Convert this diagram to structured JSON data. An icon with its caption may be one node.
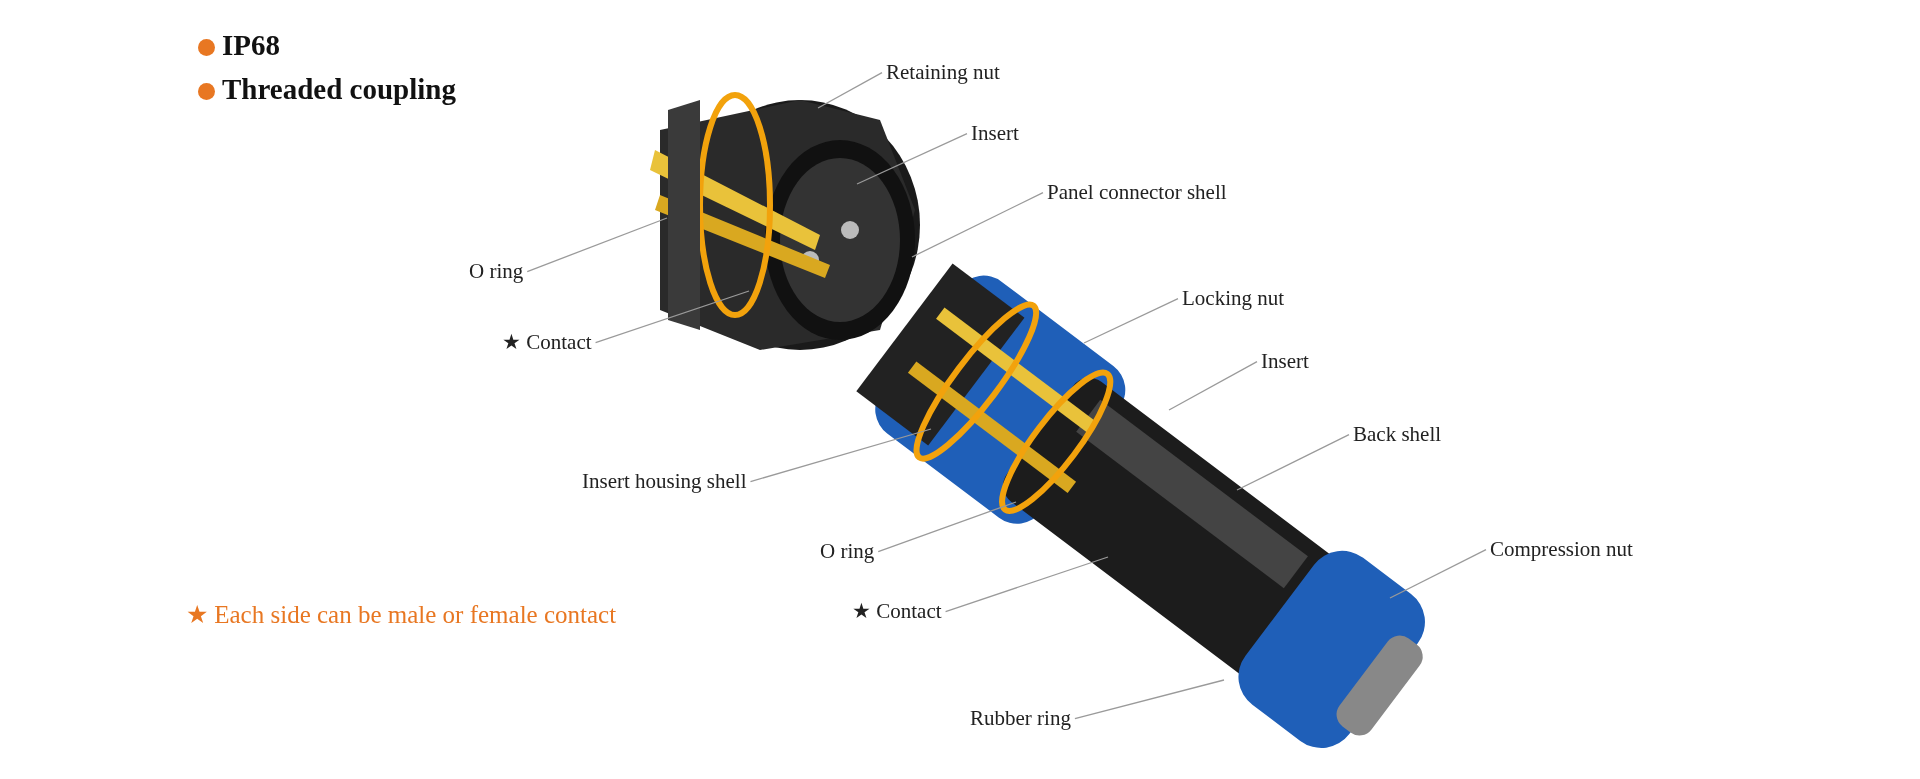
{
  "diagram": {
    "title": "IP68",
    "nodes": [
      {
        "text": [
          "Retaining nut"
        ]
      },
      {
        "text": [
          "Insert"
        ]
      },
      {
        "text": [
          "Panel connector shell"
        ]
      },
      {
        "text": [
          "O ring"
        ]
      },
      {
        "text": [
          "★ Contact"
        ]
      },
      {
        "text": [
          "Locking nut"
        ]
      },
      {
        "text": [
          "Insert"
        ]
      },
      {
        "text": [
          "Back shell"
        ]
      },
      {
        "text": [
          "Insert housing shell"
        ]
      },
      {
        "text": [
          "O ring"
        ]
      },
      {
        "text": [
          "★ Contact"
        ]
      },
      {
        "text": [
          "Compression nut"
        ]
      },
      {
        "text": [
          "Rubber ring"
        ]
      }
    ],
    "edges": [
      {
        "from": 0,
        "to": null,
        "arrow": "none"
      },
      {
        "from": 1,
        "to": null,
        "arrow": "none"
      },
      {
        "from": 2,
        "to": null,
        "arrow": "none"
      },
      {
        "from": 3,
        "to": null,
        "arrow": "none"
      },
      {
        "from": 4,
        "to": null,
        "arrow": "none"
      },
      {
        "from": 5,
        "to": null,
        "arrow": "none"
      },
      {
        "from": 6,
        "to": null,
        "arrow": "none"
      },
      {
        "from": 7,
        "to": null,
        "arrow": "none"
      },
      {
        "from": 8,
        "to": null,
        "arrow": "none"
      },
      {
        "from": 9,
        "to": null,
        "arrow": "none"
      },
      {
        "from": 10,
        "to": null,
        "arrow": "none"
      },
      {
        "from": 11,
        "to": null,
        "arrow": "none"
      },
      {
        "from": 12,
        "to": null,
        "arrow": "none"
      }
    ],
    "labels": [
      "Threaded coupling",
      "★ Each side can be male or female contact"
    ]
  }
}
